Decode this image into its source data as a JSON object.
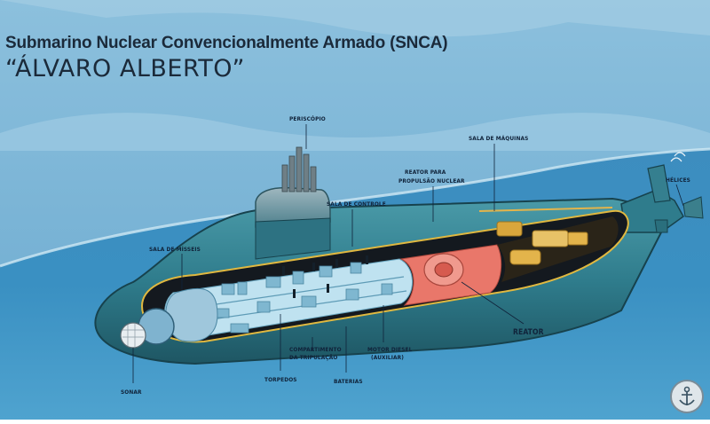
{
  "title": "Submarino Nuclear Convencionalmente Armado (SNCA)",
  "subtitle": "“ÁLVARO ALBERTO”",
  "labels": {
    "periscopio": "PERISCÓPIO",
    "sala_maquinas": "SALA DE MÁQUINAS",
    "reator_propulsao_1": "REATOR PARA",
    "reator_propulsao_2": "PROPULSÃO NUCLEAR",
    "sala_controle": "SALA DE CONTROLE",
    "helices": "HÉLICES",
    "sala_misseis": "SALA DE MÍSSEIS",
    "reator": "REATOR",
    "compartimento_1": "COMPARTIMENTO",
    "compartimento_2": "DA TRIPULAÇÃO",
    "motor_diesel_1": "MOTOR DIESEL",
    "motor_diesel_2": "(AUXILIAR)",
    "torpedos": "TORPEDOS",
    "baterias": "BATERIAS",
    "sonar": "SONAR"
  },
  "colors": {
    "sky": "#7fb6d6",
    "sea_surface": "#3f8fbf",
    "sea_deep": "#2f86b5",
    "hull": "#2f7c8c",
    "interior_blue": "#bfe2f0",
    "reactor_red": "#e9776a",
    "engine_yellow": "#e3b44b",
    "dark": "#101820",
    "title": "#1b2a3a"
  },
  "icons": [
    "anchor-icon"
  ]
}
